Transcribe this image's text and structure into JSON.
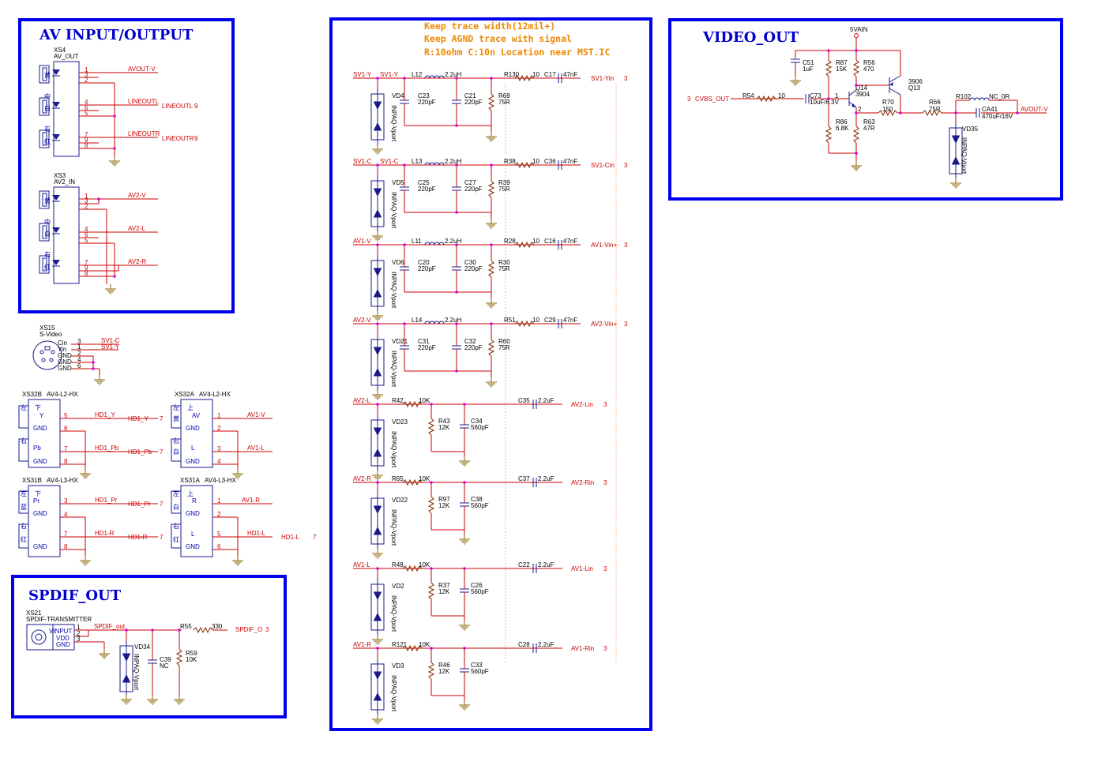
{
  "sections": {
    "av": "AV INPUT/OUTPUT",
    "video": "VIDEO_OUT",
    "spdif": "SPDIF_OUT"
  },
  "notes": [
    "Keep trace width(12mil+)",
    "Keep AGND trace with signal",
    "R:10ohm C:10n Location near MST.IC"
  ],
  "av_blocks": [
    {
      "ref": "XS4",
      "name": "AV_OUT",
      "nets": [
        "AVOUT-V",
        "LINEOUTL",
        "LINEOUTR"
      ],
      "ports": [
        "LINEOUTL",
        "LINEOUTR"
      ],
      "sheet": "9",
      "pins": [
        "1",
        "3",
        "2",
        "4",
        "6",
        "5",
        "7",
        "9",
        "8"
      ]
    },
    {
      "ref": "XS3",
      "name": "AV2_IN",
      "nets": [
        "AV2-V",
        "AV2-L",
        "AV2-R"
      ],
      "pins": [
        "1",
        "3",
        "2",
        "4",
        "6",
        "5",
        "7",
        "9",
        "8"
      ]
    }
  ],
  "connector_glyphs": [
    "黄",
    "中",
    "白",
    "右",
    "红"
  ],
  "svideo": {
    "ref": "XS15",
    "name": "S-Video",
    "pins": [
      {
        "name": "Cin",
        "num": "3",
        "net": "SV1-C"
      },
      {
        "name": "Yin",
        "num": "1",
        "net": "SV1-Y"
      },
      {
        "name": "GND",
        "num": "2"
      },
      {
        "name": "GND",
        "num": "4"
      },
      {
        "name": "GND",
        "num": "6"
      }
    ]
  },
  "component_jacks": [
    {
      "ref": "XS32B",
      "part": "AV4-L2-HX",
      "top_label": "Y",
      "pins": [
        "5",
        "6",
        "7",
        "8"
      ],
      "sig1": "HD1_Y",
      "sig2": "HD1_Pb",
      "mid_label": "Pb"
    },
    {
      "ref": "XS32A",
      "part": "AV4-L2-HX",
      "top_label": "AV",
      "pins": [
        "1",
        "2",
        "3",
        "4"
      ],
      "sig1": "AV1-V",
      "sig2": "AV1-L",
      "mid_label": "L"
    },
    {
      "ref": "XS31B",
      "part": "AV4-L3-HX",
      "top_label": "Pr",
      "pins": [
        "3",
        "4",
        "7",
        "8"
      ],
      "sig1": "HD1_Pr",
      "sig2": "HD1-R",
      "mid_label": ""
    },
    {
      "ref": "XS31A",
      "part": "AV4-L3-HX",
      "top_label": "R",
      "pins": [
        "1",
        "2",
        "5",
        "6"
      ],
      "sig1": "AV1-R",
      "sig2": "HD1-L",
      "mid_label": "L"
    }
  ],
  "jack_glyphs": [
    "左",
    "下",
    "上",
    "黄",
    "右",
    "蓝",
    "白",
    "红"
  ],
  "gnd": "GND",
  "sheet7": "7",
  "ports_hd": [
    "HD1_Y",
    "HD1_Pb",
    "HD1_Pr",
    "HD1-R",
    "HD1-L"
  ],
  "spdif": {
    "ref": "XS21",
    "name": "SPDIF-TRANSMITTER",
    "pins": [
      "VINPUT",
      "VDD",
      "GND"
    ],
    "pin_nums": [
      "1",
      "2",
      "3"
    ],
    "net": "SPDIF_out",
    "r_ref": "R55",
    "r_val": "330",
    "port": "SPDIF_O",
    "sheet": "3",
    "tvs": "VD34",
    "tvs_part": "INPAQ-Vport",
    "c_ref": "C39",
    "c_val": "NC",
    "r2_ref": "R59",
    "r2_val": "10K"
  },
  "video_filters": [
    {
      "in": "SV1-Y",
      "net": "SV1-Y",
      "L": "L12",
      "Lv": "2.2uH",
      "R": "R130",
      "Rv": "10",
      "C": "C17",
      "Cv": "47nF",
      "port": "SV1-Yin",
      "sheet": "3",
      "tvs": "VD4",
      "c1": "C23",
      "c1v": "220pF",
      "c2": "C21",
      "c2v": "220pF",
      "rt": "R69",
      "rtv": "75R"
    },
    {
      "in": "SV1-C",
      "net": "SV1-C",
      "L": "L13",
      "Lv": "2.2uH",
      "R": "R38",
      "Rv": "10",
      "C": "C36",
      "Cv": "47nF",
      "port": "SV1-Cin",
      "sheet": "3",
      "tvs": "VD5",
      "c1": "C25",
      "c1v": "220pF",
      "c2": "C27",
      "c2v": "220pF",
      "rt": "R39",
      "rtv": "75R"
    },
    {
      "in": "AV1-V",
      "net": "",
      "L": "L11",
      "Lv": "2.2uH",
      "R": "R28",
      "Rv": "10",
      "C": "C16",
      "Cv": "47nF",
      "port": "AV1-Vin+",
      "sheet": "3",
      "tvs": "VD6",
      "c1": "C20",
      "c1v": "220pF",
      "c2": "C30",
      "c2v": "220pF",
      "rt": "R30",
      "rtv": "75R"
    },
    {
      "in": "AV2-V",
      "net": "",
      "L": "L14",
      "Lv": "2.2uH",
      "R": "R51",
      "Rv": "10",
      "C": "C29",
      "Cv": "47nF",
      "port": "AV2-Vin+",
      "sheet": "3",
      "tvs": "VD21",
      "c1": "C31",
      "c1v": "220pF",
      "c2": "C32",
      "c2v": "220pF",
      "rt": "R60",
      "rtv": "75R"
    }
  ],
  "audio_filters": [
    {
      "in": "AV2-L",
      "R": "R42",
      "Rv": "10K",
      "C": "C35",
      "Cv": "2.2uF",
      "port": "AV2-Lin",
      "sheet": "3",
      "tvs": "VD23",
      "rp": "R43",
      "rpv": "12K",
      "cp": "C34",
      "cpv": "560pF"
    },
    {
      "in": "AV2-R",
      "R": "R65",
      "Rv": "10K",
      "C": "C37",
      "Cv": "2.2uF",
      "port": "AV2-Rin",
      "sheet": "3",
      "tvs": "VD22",
      "rp": "R97",
      "rpv": "12K",
      "cp": "C38",
      "cpv": "560pF"
    },
    {
      "in": "AV1-L",
      "R": "R48",
      "Rv": "10K",
      "C": "C22",
      "Cv": "2.2uF",
      "port": "AV1-Lin",
      "sheet": "3",
      "tvs": "VD2",
      "rp": "R37",
      "rpv": "12K",
      "cp": "C26",
      "cpv": "560pF"
    },
    {
      "in": "AV1-R",
      "R": "R121",
      "Rv": "10K",
      "C": "C28",
      "Cv": "2.2uF",
      "port": "AV1-Rin",
      "sheet": "3",
      "tvs": "VD3",
      "rp": "R46",
      "rpv": "12K",
      "cp": "C33",
      "cpv": "560pF"
    }
  ],
  "tvs_part": "INPAQ-Vport",
  "video_out": {
    "supply": "5VAIN",
    "in_sheet": "3",
    "in_net": "CVBS_OUT",
    "r54": "R54",
    "r54v": "10",
    "c73": "C73",
    "c73v": "10uF/6.3V",
    "c51": "C51",
    "c51v": "1uF",
    "r87": "R87",
    "r87v": "15K",
    "r86": "R86",
    "r86v": "6.8K",
    "r56": "R56",
    "r56v": "470",
    "r63": "R63",
    "r63v": "47R",
    "q14": "Q14",
    "q14v": "3904",
    "q13": "Q13",
    "q13v": "3906",
    "r70": "R70",
    "r70v": "150",
    "r66": "R66",
    "r66v": "75R",
    "r102": "R102",
    "r102v": "NC_0R",
    "ca41": "CA41",
    "ca41v": "470uF/16V",
    "vd35": "VD35",
    "out": "AVOUT-V",
    "pin1": "1",
    "pin2": "2",
    "pin3": "3"
  }
}
